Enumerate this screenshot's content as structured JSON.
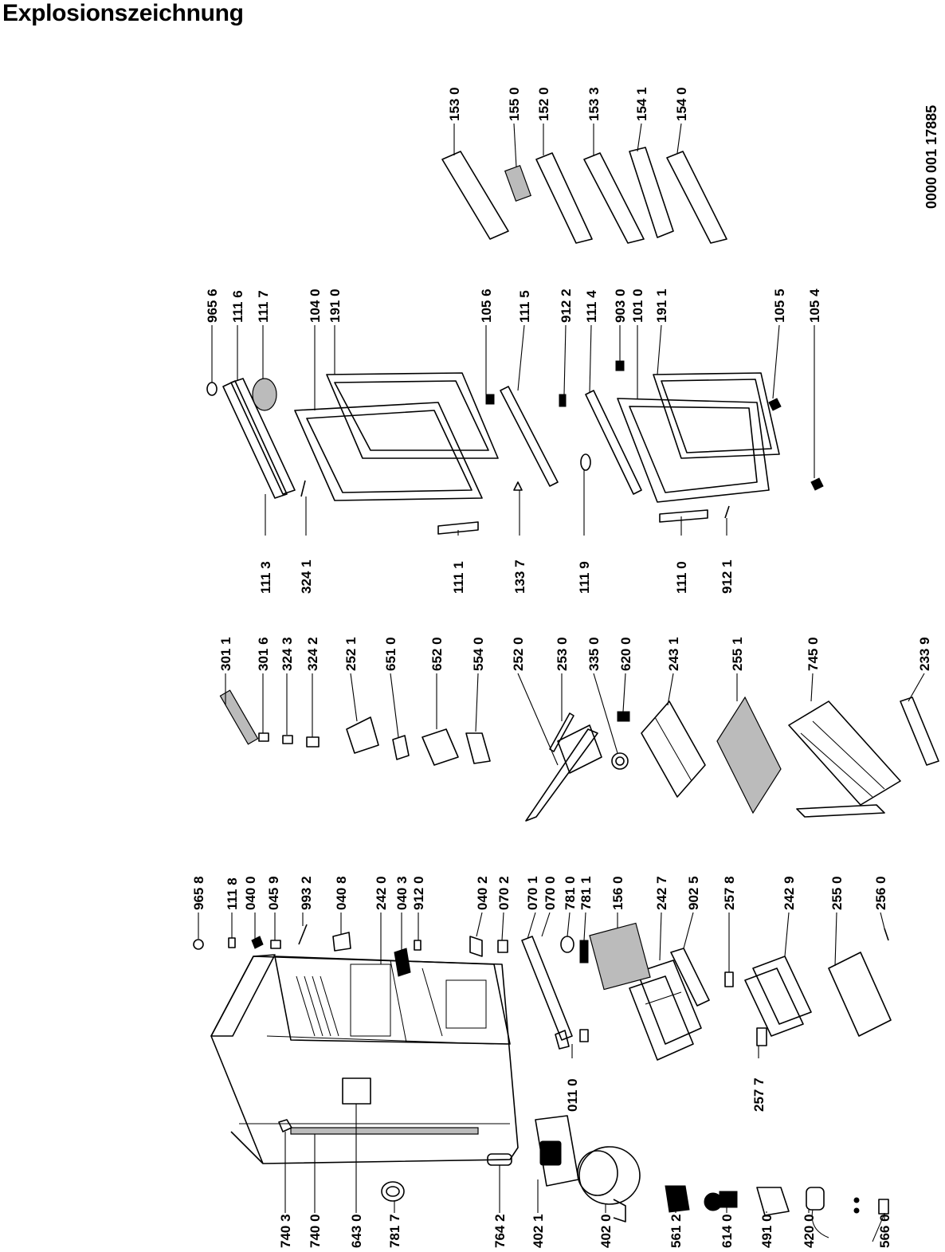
{
  "title": "Explosionszeichnung",
  "document_number": "0000 001 17885",
  "callouts": [
    "740 3",
    "740 0",
    "643 0",
    "781 7",
    "764 2",
    "402 1",
    "402 0",
    "561 2",
    "614 0",
    "491 0",
    "420 0",
    "566 0",
    "011 0",
    "257 7",
    "965 8",
    "111 8",
    "040 0",
    "045 9",
    "993 2",
    "040 8",
    "242 0",
    "040 3",
    "912 0",
    "040 2",
    "070 2",
    "070 1",
    "070 0",
    "781 0",
    "781 1",
    "156 0",
    "242 7",
    "902 5",
    "257 8",
    "242 9",
    "255 0",
    "256 0",
    "301 1",
    "301 6",
    "324 3",
    "324 2",
    "252 1",
    "651 0",
    "652 0",
    "554 0",
    "252 0",
    "253 0",
    "335 0",
    "620 0",
    "243 1",
    "255 1",
    "745 0",
    "233 9",
    "111 3",
    "324 1",
    "111 1",
    "133 7",
    "111 9",
    "111 0",
    "912 1",
    "965 6",
    "111 6",
    "111 7",
    "104 0",
    "191 0",
    "105 6",
    "111 5",
    "912 2",
    "111 4",
    "903 0",
    "101 0",
    "191 1",
    "105 5",
    "105 4",
    "153 0",
    "155 0",
    "152 0",
    "153 3",
    "154 1",
    "154 0"
  ]
}
